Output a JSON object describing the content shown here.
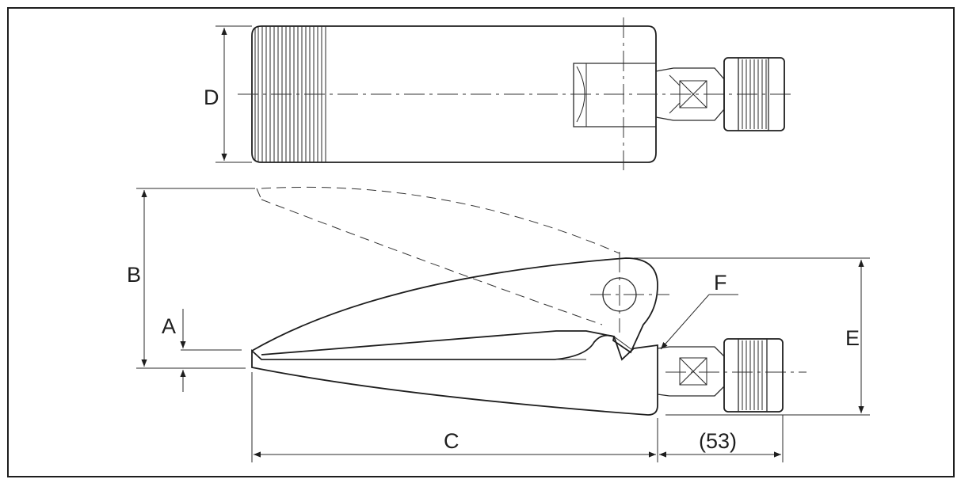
{
  "drawing": {
    "labels": {
      "A": "A",
      "B": "B",
      "C": "C",
      "D": "D",
      "E": "E",
      "F": "F",
      "dim_53": "(53)"
    }
  }
}
